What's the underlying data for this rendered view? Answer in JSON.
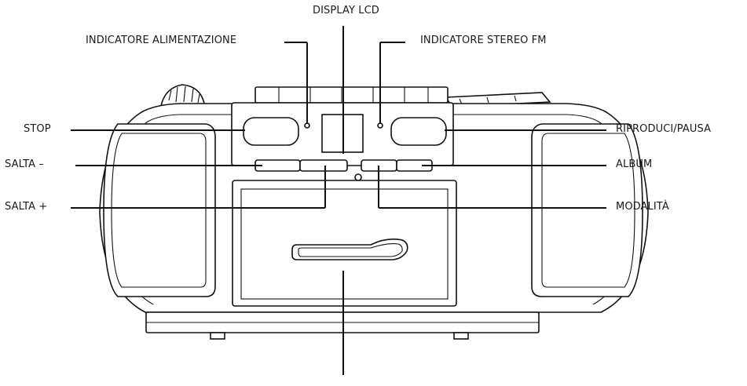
{
  "labels": {
    "display": "DISPLAY LCD",
    "power_indicator": "INDICATORE ALIMENTAZIONE",
    "stereo_indicator": "INDICATORE STEREO FM",
    "stop": "STOP",
    "play_pause": "RIPRODUCI/PAUSA",
    "skip_minus": "SALTA –",
    "album": "ALBUM",
    "skip_plus": "SALTA +",
    "mode": "MODALITÀ"
  }
}
